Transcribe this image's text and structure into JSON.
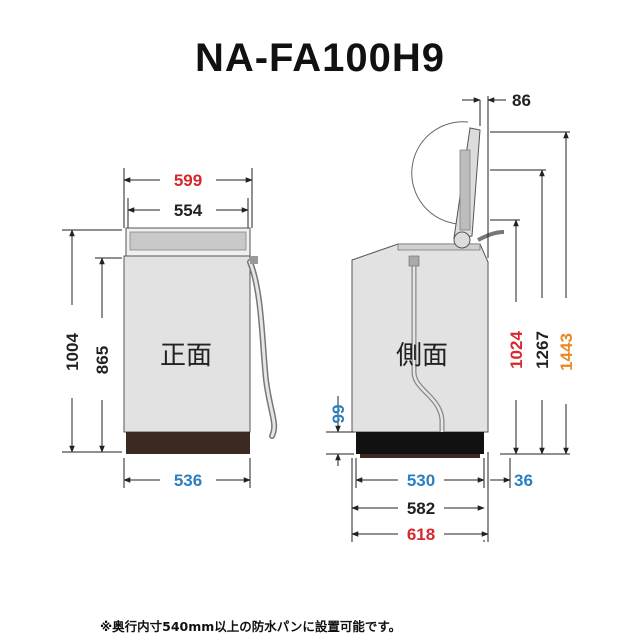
{
  "title": "NA-FA100H9",
  "views": {
    "front": "正面",
    "side": "側面"
  },
  "dimensions": {
    "front_outer_width": "599",
    "front_top_width": "554",
    "front_base_width": "536",
    "front_total_height": "1004",
    "front_body_height": "865",
    "side_lid_offset": "86",
    "side_height_1024": "1024",
    "side_height_1267": "1267",
    "side_height_1443": "1443",
    "side_base_height": "99",
    "side_base_width": "530",
    "side_hose_offset": "36",
    "side_depth_582": "582",
    "side_depth_618": "618"
  },
  "footnote": "※奥行内寸540mm以上の防水パンに設置可能です。",
  "colors": {
    "red": "#d6282c",
    "blue": "#2b7fc1",
    "orange": "#e8861f",
    "black": "#222222",
    "base": "#3a2a22"
  }
}
